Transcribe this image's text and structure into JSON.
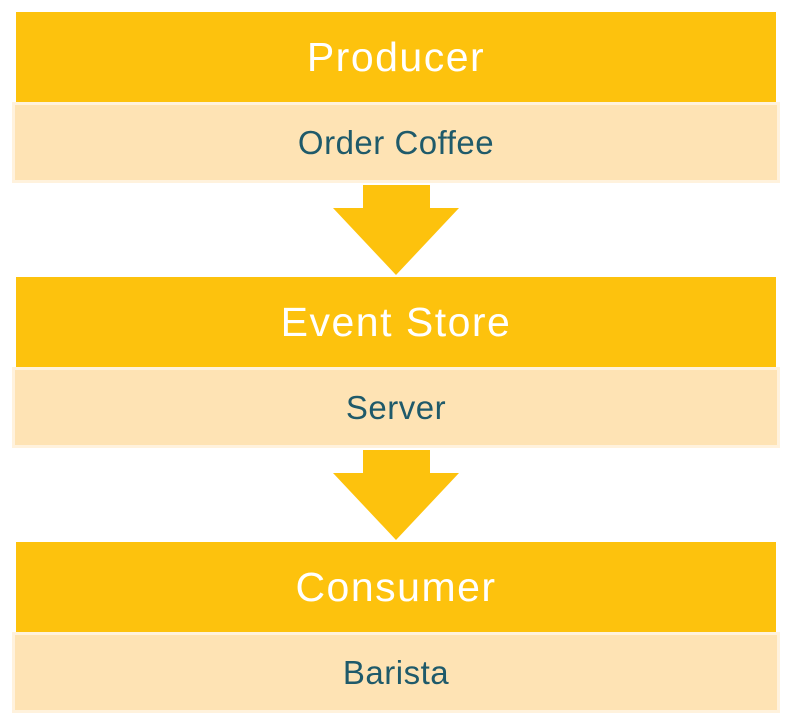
{
  "diagram": {
    "type": "vertical-flow",
    "steps": [
      {
        "name": "Producer",
        "detail": "Order Coffee"
      },
      {
        "name": "Event Store",
        "detail": "Server"
      },
      {
        "name": "Consumer",
        "detail": "Barista"
      }
    ],
    "connector_icon": "down-arrow-icon",
    "colors": {
      "header_bg": "#FDC20D",
      "detail_bg": "#FEE3B4",
      "header_text": "#FFFFFF",
      "detail_text": "#1F5A6A",
      "arrow": "#FDC20D",
      "page_bg": "#FFFFFF"
    }
  }
}
